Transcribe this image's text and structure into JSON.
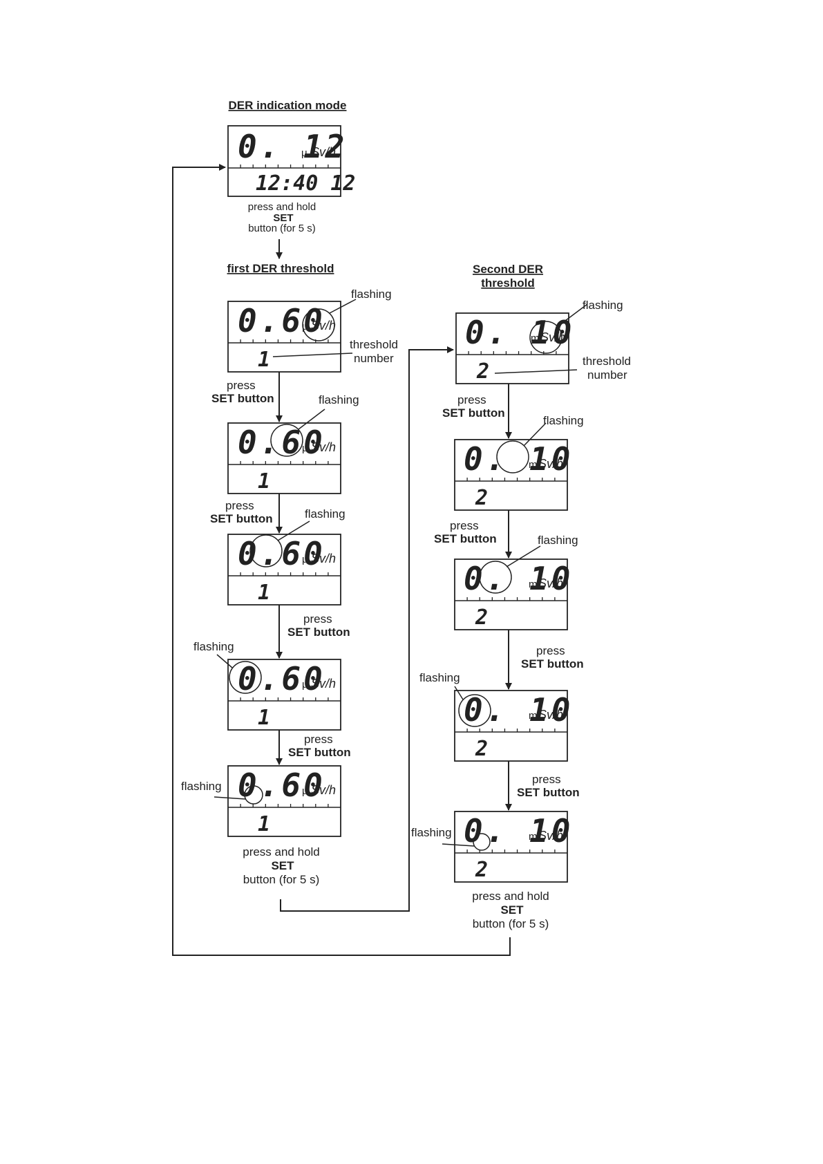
{
  "headers": {
    "der_mode": "DER indication mode",
    "first_threshold": "first DER threshold",
    "second_threshold_line1": "Second DER",
    "second_threshold_line2": "threshold"
  },
  "labels": {
    "press": "press",
    "set_button": "SET button",
    "press_and_hold": "press and hold",
    "set": "SET",
    "for_5s": "button (for 5 s)",
    "flashing": "flashing",
    "threshold": "threshold",
    "number": "number"
  },
  "displays": {
    "mode": {
      "value": "0. 12",
      "unit_prefix": "μ",
      "unit": "Sv/h",
      "bottom": "12:40 12"
    },
    "first": {
      "value": "0.60",
      "unit_prefix": "μ",
      "unit": "Sv/h",
      "bottom": "1"
    },
    "second": {
      "value": "0. 10",
      "unit_prefix": "m",
      "unit": "Sv/h",
      "bottom": "2"
    }
  }
}
